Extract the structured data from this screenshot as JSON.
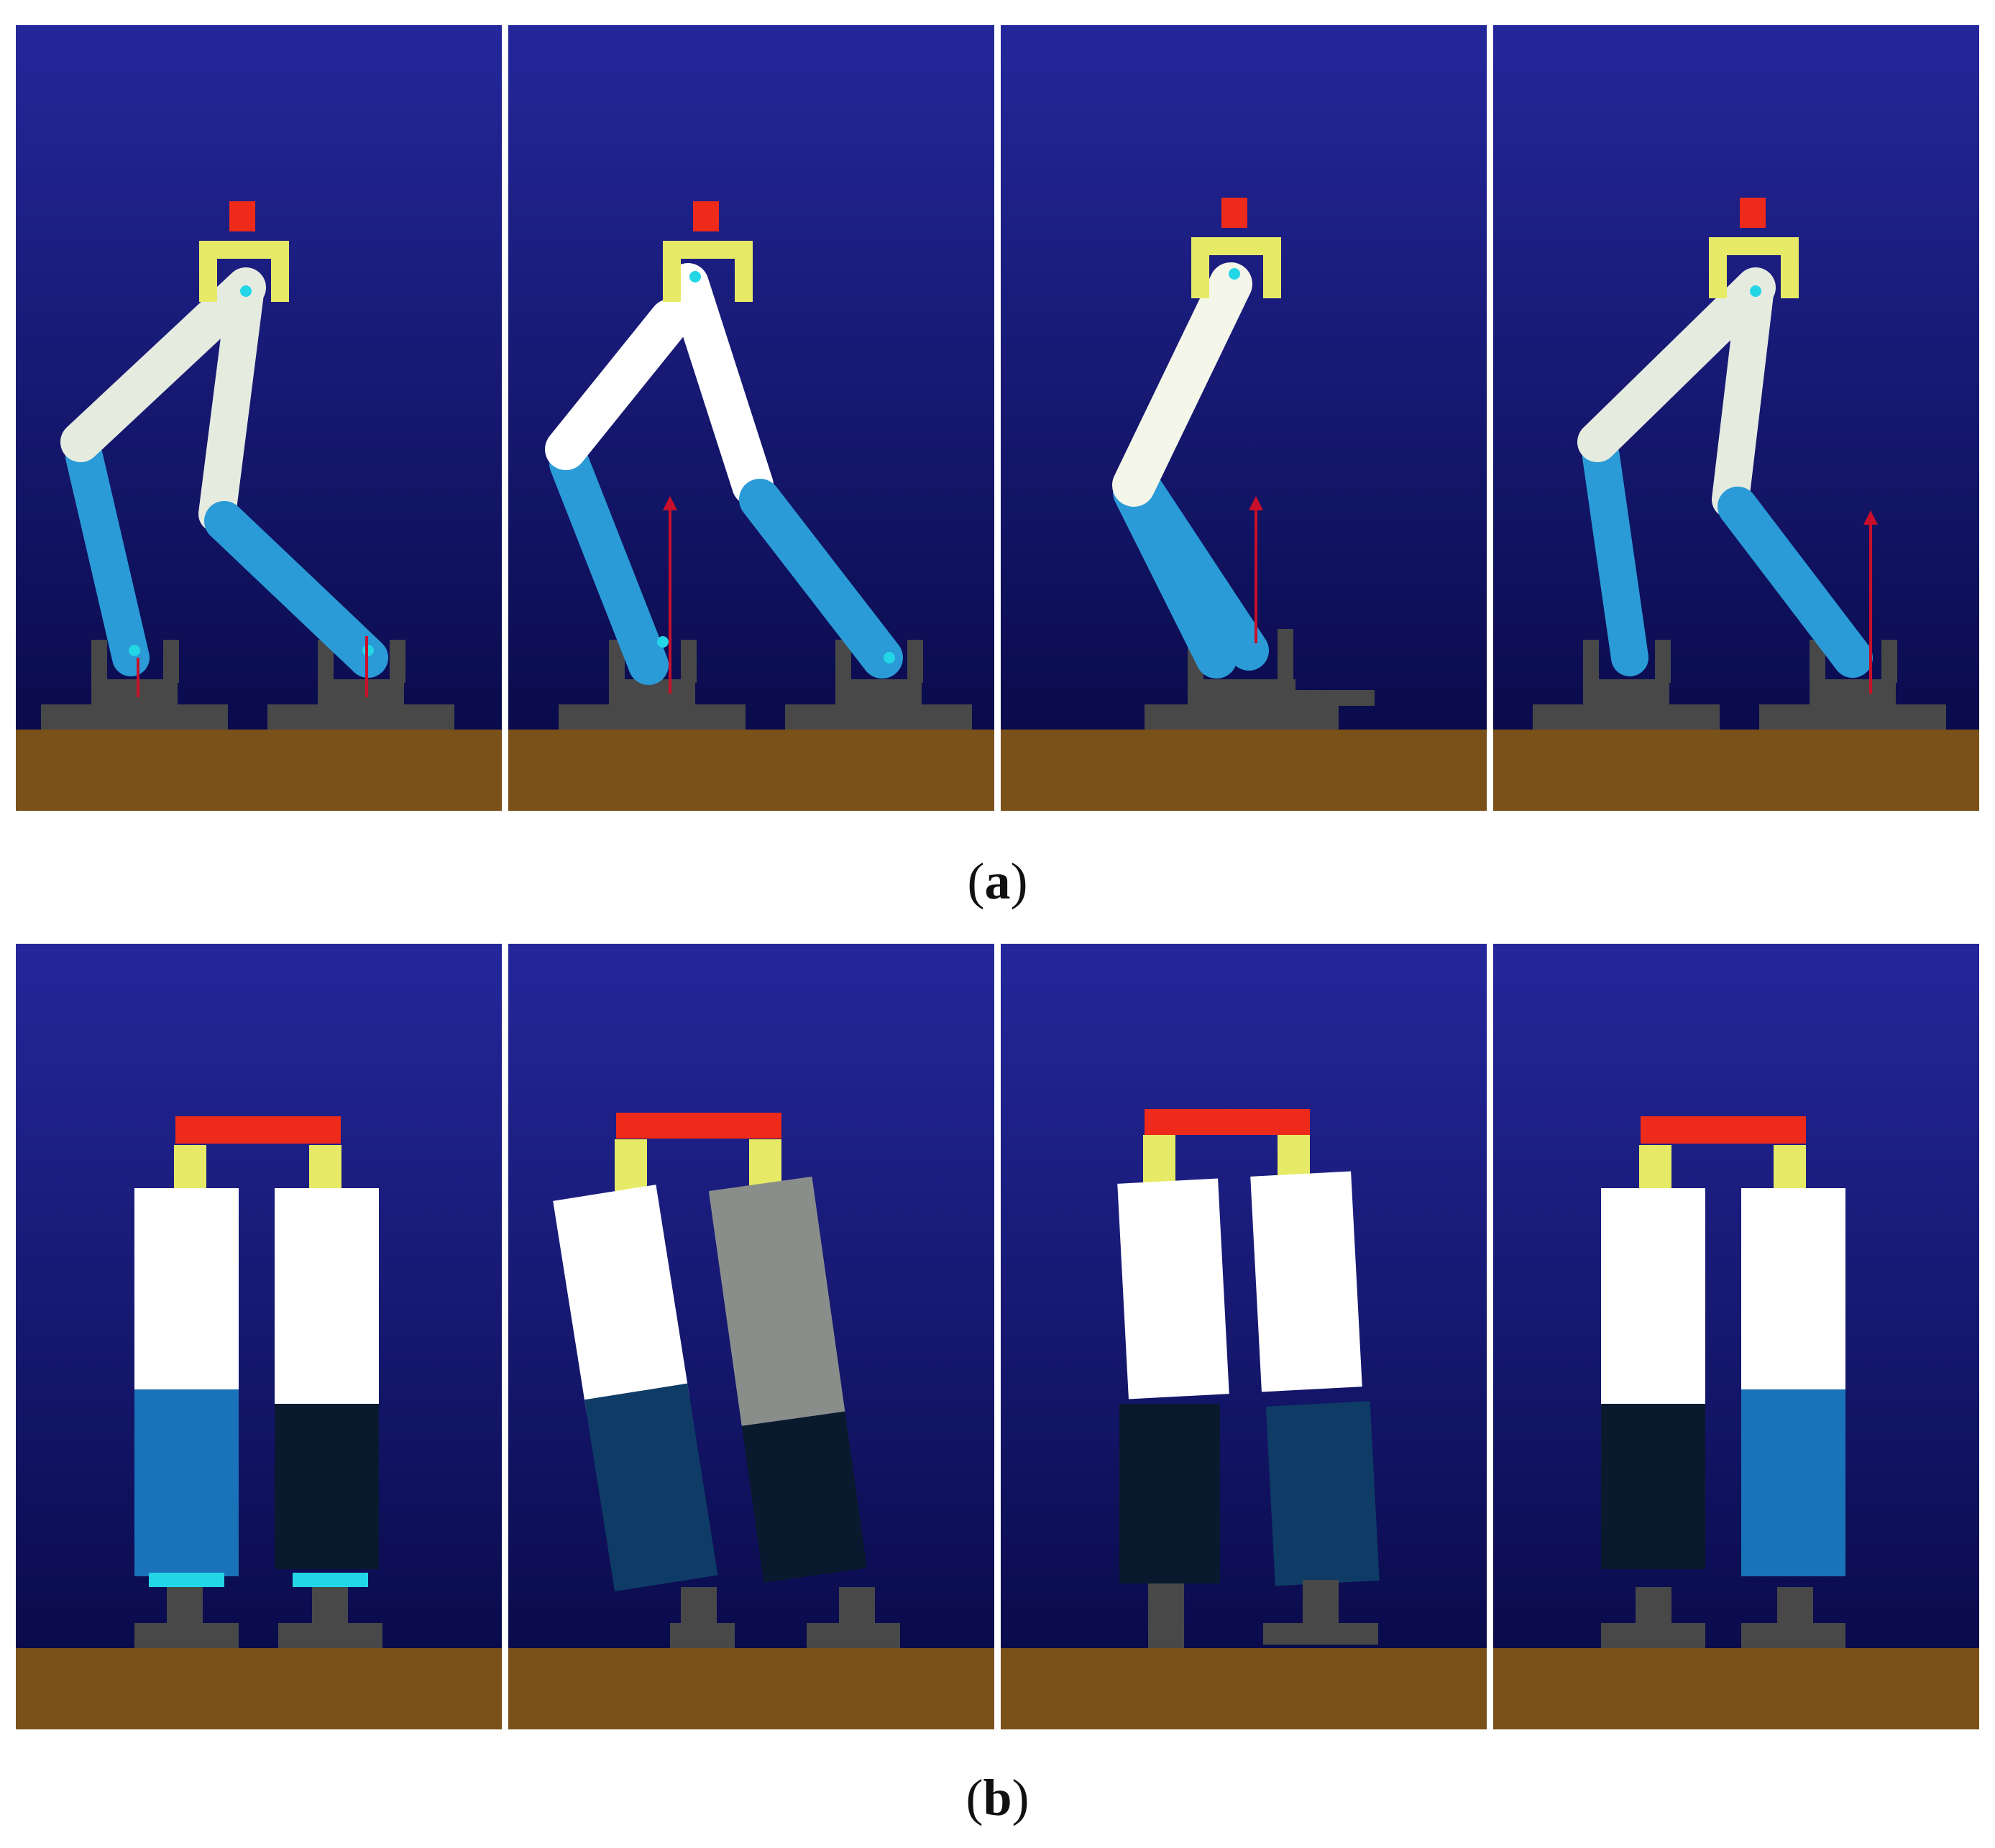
{
  "figure": {
    "rows": [
      {
        "id": "a",
        "caption": {
          "open": "(",
          "letter": "a",
          "close": ")"
        },
        "view": "side",
        "frames": 4
      },
      {
        "id": "b",
        "caption": {
          "open": "(",
          "letter": "b",
          "close": ")"
        },
        "view": "front",
        "frames": 4
      }
    ],
    "colors": {
      "sky_top": "#24279a",
      "sky_bottom": "#0a0b4c",
      "ground": "#7a5118",
      "thigh": "#e6ebe0",
      "shank": "#2a9bd6",
      "shank_dark": "#0a2a4a",
      "pelvis_bar": "#ee2a1a",
      "hip_bracket": "#e6ea66",
      "foot_base": "#484848",
      "joint": "#22d6e6",
      "force_arrow": "#c8102a",
      "divider": "#ffffff"
    }
  }
}
